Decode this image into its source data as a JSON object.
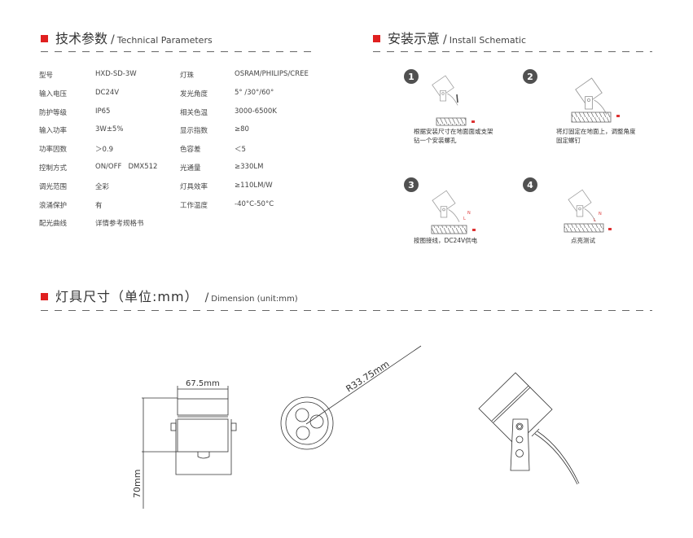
{
  "sections": {
    "tech": {
      "title_cn": "技术参数",
      "slash": "/",
      "title_en": "Technical Parameters"
    },
    "install": {
      "title_cn": "安装示意",
      "slash": "/",
      "title_en": "Install Schematic"
    },
    "dimension": {
      "title_cn": "灯具尺寸（单位:mm）",
      "slash": "/",
      "title_en": "Dimension (unit:mm)"
    }
  },
  "params": [
    {
      "label": "型号",
      "value": "HXD-SD-3W",
      "label2": "灯珠",
      "value2": "OSRAM/PHILIPS/CREE"
    },
    {
      "label": "输入电压",
      "value": "DC24V",
      "label2": "发光角度",
      "value2": "5° /30°/60°"
    },
    {
      "label": "防护等级",
      "value": "IP65",
      "label2": "相关色温",
      "value2": "3000-6500K"
    },
    {
      "label": "输入功率",
      "value": "3W±5%",
      "label2": "显示指数",
      "value2": "≥80"
    },
    {
      "label": "功率因数",
      "value": "＞0.9",
      "label2": "色容差",
      "value2": "＜5"
    },
    {
      "label": "控制方式",
      "value": "ON/OFF   DMX512",
      "label2": "光通量",
      "value2": "≥330LM"
    },
    {
      "label": "调光范围",
      "value": "全彩",
      "label2": "灯具效率",
      "value2": "≥110LM/W"
    },
    {
      "label": "浪涌保护",
      "value": "有",
      "label2": "工作温度",
      "value2": "-40°C-50°C"
    },
    {
      "label": "配光曲线",
      "value": "详情参考规格书"
    }
  ],
  "steps": [
    {
      "num": "1",
      "line1": "根据安装尺寸在地面面或支架",
      "line2": "钻一个安装螺孔"
    },
    {
      "num": "2",
      "line1": "将灯固定在地面上，调整角度",
      "line2": "固定螺钉"
    },
    {
      "num": "3",
      "line1": "按图接线，DC24V供电"
    },
    {
      "num": "4",
      "line1": "点亮测试"
    }
  ],
  "dimensions": {
    "width": "67.5mm",
    "height": "70mm",
    "radius": "R33.75mm"
  },
  "colors": {
    "accent": "#e02020",
    "step_badge": "#505050"
  }
}
